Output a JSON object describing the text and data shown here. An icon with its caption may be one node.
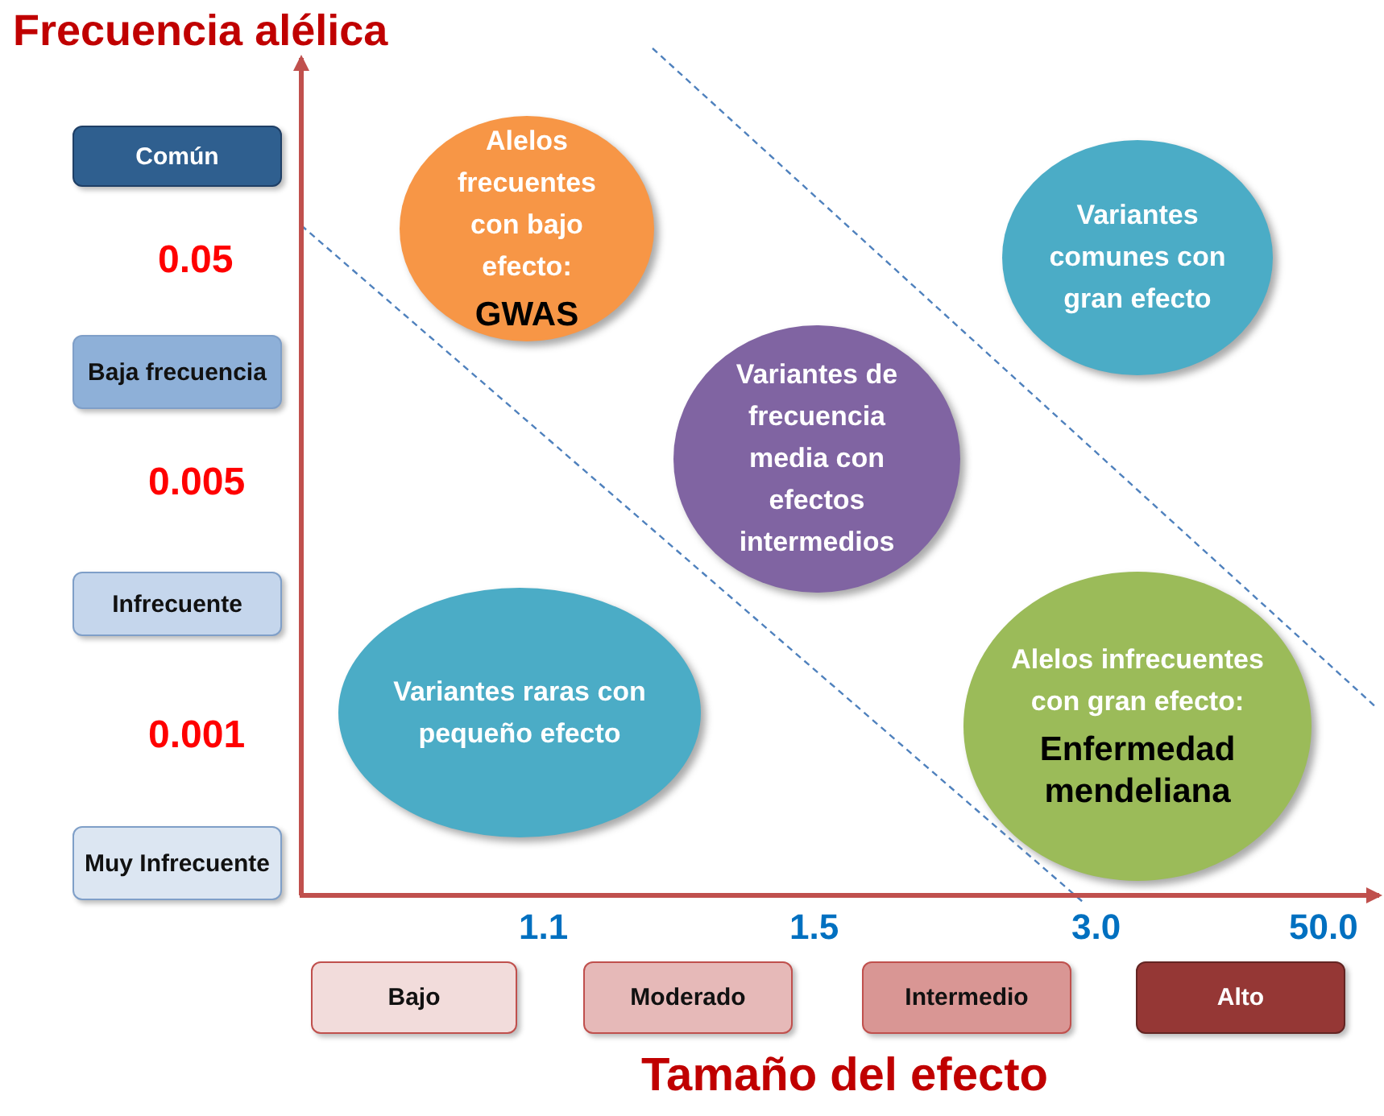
{
  "diagram": {
    "nodes": [
      {
        "text": [
          "Común"
        ]
      },
      {
        "text": [
          "Alelos frecuentes con bajo efecto:",
          "GWAS"
        ]
      },
      {
        "text": [
          "Variantes comunes con gran efecto"
        ]
      },
      {
        "text": [
          "Baja frecuencia"
        ]
      },
      {
        "text": [
          "Variantes de frecuencia media con efectos intermedios"
        ]
      },
      {
        "text": [
          "Infrecuente"
        ]
      },
      {
        "text": [
          "Variantes raras con pequeño efecto"
        ]
      },
      {
        "text": [
          "Alelos infrecuentes con gran efecto:",
          "Enfermedad mendeliana"
        ]
      },
      {
        "text": [
          "Muy Infrecuente"
        ]
      },
      {
        "text": [
          "Bajo"
        ]
      },
      {
        "text": [
          "Moderado"
        ]
      },
      {
        "text": [
          "Intermedio"
        ]
      },
      {
        "text": [
          "Alto"
        ]
      }
    ],
    "edges": [],
    "labels": [
      "Frecuencia alélica",
      "0.05",
      "0.005",
      "0.001",
      "1.1",
      "1.5",
      "3.0",
      "50.0",
      "Tamaño del efecto"
    ]
  }
}
